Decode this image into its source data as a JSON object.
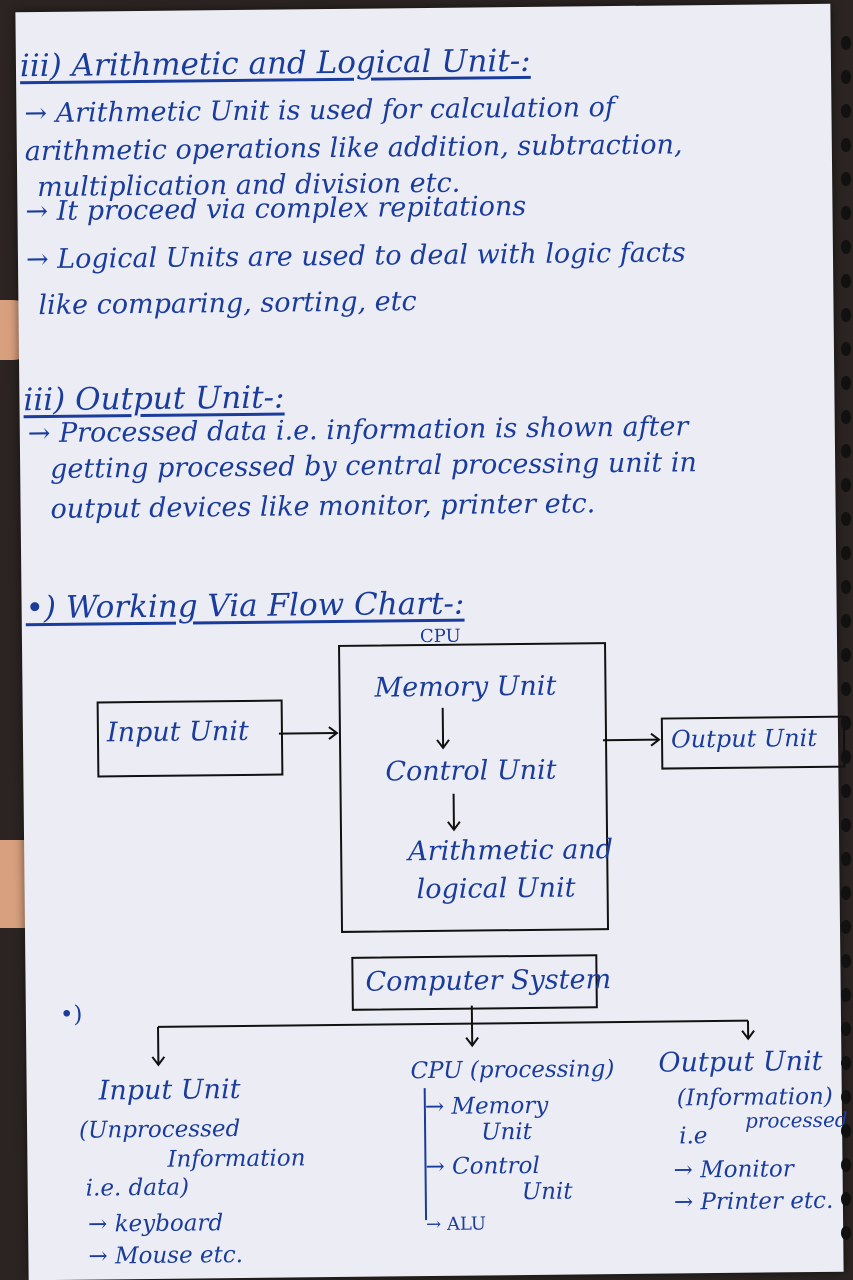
{
  "alu_section": {
    "heading": "iii) Arithmetic and Logical Unit-:",
    "lines": [
      "→ Arithmetic Unit is used for calculation of",
      "arithmetic operations like addition, subtraction,",
      "multiplication and division etc.",
      "→ It proceed via complex repitations",
      "→ Logical Units are used to deal with logic facts",
      "like comparing, sorting, etc"
    ]
  },
  "output_section": {
    "heading": "iii) Output Unit-:",
    "lines": [
      "→ Processed data i.e. information is shown after",
      "getting processed by central processing unit in",
      "output devices like monitor, printer etc."
    ]
  },
  "flowchart": {
    "heading": "•) Working Via Flow Chart-:",
    "cpu_label": "CPU",
    "input_box": "Input Unit",
    "output_box": "Output Unit",
    "memory": "Memory Unit",
    "control": "Control Unit",
    "alu_line1": "Arithmetic and",
    "alu_line2": "logical Unit"
  },
  "tree": {
    "bullet": "•)",
    "root": "Computer System",
    "left": {
      "title": "Input Unit",
      "sub1": "(Unprocessed",
      "sub2": "Information",
      "sub3": "i.e. data)",
      "item1": "→ keyboard",
      "item2": "→ Mouse etc."
    },
    "middle": {
      "title": "CPU (processing)",
      "item1a": "→ Memory",
      "item1b": "Unit",
      "item2a": "→ Control",
      "item2b": "Unit",
      "item3": "→ ALU"
    },
    "right": {
      "title": "Output Unit",
      "sub1": "(Information)",
      "sub2": "i.e",
      "sub3": "processed",
      "item1": "→ Monitor",
      "item2": "→ Printer etc."
    }
  }
}
